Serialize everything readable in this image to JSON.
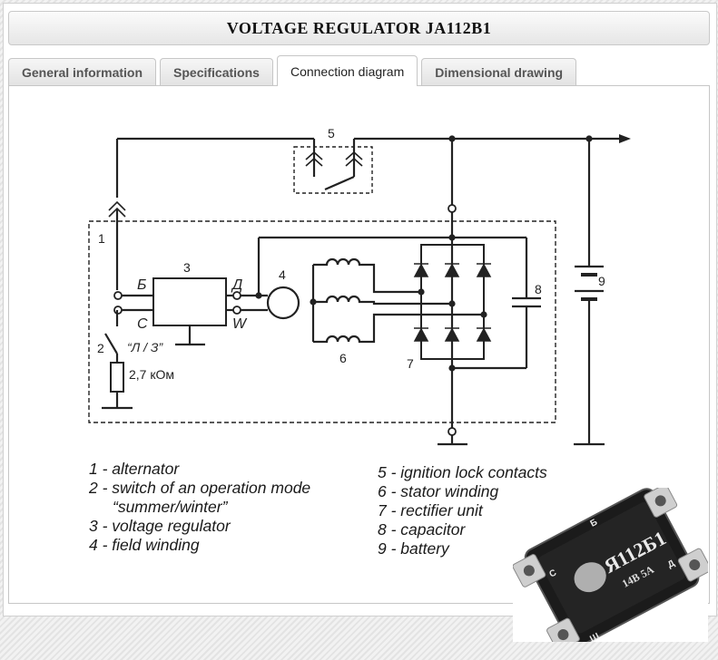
{
  "header": {
    "title": "VOLTAGE REGULATOR JA112B1"
  },
  "tabs": [
    {
      "label": "General information",
      "active": false
    },
    {
      "label": "Specifications",
      "active": false
    },
    {
      "label": "Connection diagram",
      "active": true
    },
    {
      "label": "Dimensional drawing",
      "active": false
    }
  ],
  "diagram": {
    "numbers": [
      "1",
      "2",
      "3",
      "4",
      "5",
      "6",
      "7",
      "8",
      "9"
    ],
    "terminals": {
      "b": "Б",
      "c": "С",
      "d": "Д",
      "w": "W"
    },
    "switch_label": "“Л / З”",
    "resistor": "2,7 кОм"
  },
  "legend": {
    "left": [
      "1 - alternator",
      "2 - switch of an operation mode",
      "“summer/winter”",
      "3 - voltage regulator",
      "4 - field winding"
    ],
    "right": [
      "5 - ignition lock contacts",
      "6 - stator winding",
      "7 - rectifier unit",
      "8 - capacitor",
      "9 - battery"
    ]
  },
  "photo": {
    "label_main": "Я112Б1",
    "label_sub": "14В  5А",
    "pins": {
      "b": "Б",
      "c": "С",
      "d": "Д",
      "sh": "Ш"
    }
  },
  "colors": {
    "accent": "#222222",
    "tab_bg": "#e6e6e6",
    "photo_body": "#1b1b1b"
  }
}
